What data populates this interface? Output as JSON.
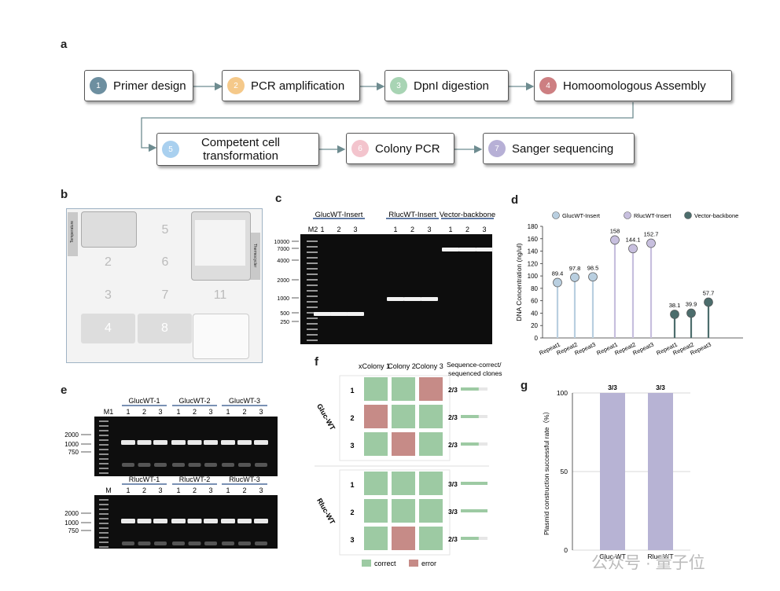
{
  "panels": {
    "a": "a",
    "b": "b",
    "c": "c",
    "d": "d",
    "e": "e",
    "f": "f",
    "g": "g"
  },
  "flow": [
    {
      "n": "1",
      "label": "Primer design",
      "color": "#6d8fa0"
    },
    {
      "n": "2",
      "label": "PCR amplification",
      "color": "#f5c98a"
    },
    {
      "n": "3",
      "label": "DpnI digestion",
      "color": "#a8d4b4"
    },
    {
      "n": "4",
      "label": "Homoomologous Assembly",
      "color": "#cd7f82"
    },
    {
      "n": "5",
      "label": "Competent cell transformation",
      "color": "#a9d0ef"
    },
    {
      "n": "6",
      "label": "Colony PCR",
      "color": "#f3c4cd"
    },
    {
      "n": "7",
      "label": "Sanger sequencing",
      "color": "#b7b0d6"
    }
  ],
  "deck": {
    "slots": [
      "5",
      "2",
      "6",
      "3",
      "7",
      "11",
      "4",
      "8"
    ],
    "side_left": "Temperature",
    "side_right": "Thermocycler"
  },
  "gel_c": {
    "groups": [
      "GlucWT-Insert",
      "RlucWT-Insert",
      "Vector-backbone"
    ],
    "marker": "M2",
    "lanes": [
      "1",
      "2",
      "3"
    ],
    "ladder": [
      "10000",
      "7000",
      "4000",
      "2000",
      "1000",
      "500",
      "250"
    ]
  },
  "chart_data": [
    {
      "type": "scatter",
      "subtype": "lollipop",
      "ylabel": "DNA Concentration (ng/ul)",
      "ylim": [
        0,
        180
      ],
      "yticks": [
        "0",
        "20",
        "40",
        "60",
        "80",
        "100",
        "120",
        "140",
        "160",
        "180"
      ],
      "categories": [
        "Repeat1",
        "Repeat2",
        "Repeat3",
        "Repeat1",
        "Repeat2",
        "Repeat3",
        "Repeat1",
        "Repeat2",
        "Repeat3"
      ],
      "legend_position": "top",
      "series": [
        {
          "name": "GlucWT-Insert",
          "color": "#b9cfe0",
          "values": [
            89.4,
            97.8,
            98.5
          ],
          "labels": [
            "89.4",
            "97.8",
            "98.5"
          ]
        },
        {
          "name": "RlucWT-Insert",
          "color": "#c7bfde",
          "values": [
            158,
            144.1,
            152.7
          ],
          "labels": [
            "158",
            "144.1",
            "152.7"
          ]
        },
        {
          "name": "Vector-backbone",
          "color": "#4c6d6c",
          "values": [
            38.1,
            39.9,
            57.7
          ],
          "labels": [
            "38.1",
            "39.9",
            "57.7"
          ]
        }
      ]
    },
    {
      "type": "bar",
      "ylabel": "Plasmid construction successful rate（%）",
      "ylim": [
        0,
        100
      ],
      "yticks": [
        "0",
        "50",
        "100"
      ],
      "categories": [
        "Gluc-WT",
        "Rluc-WT"
      ],
      "values": [
        100,
        100
      ],
      "value_labels": [
        "3/3",
        "3/3"
      ],
      "color": "#b7b3d4",
      "grid": true
    }
  ],
  "gel_e": {
    "top": {
      "marker": "M1",
      "groups": [
        "GlucWT-1",
        "GlucWT-2",
        "GlucWT-3"
      ]
    },
    "bottom": {
      "marker": "M",
      "groups": [
        "RlucWT-1",
        "RlucWT-2",
        "RlucWT-3"
      ]
    },
    "lanes": [
      "1",
      "2",
      "3"
    ],
    "ladder": [
      "2000",
      "1000",
      "750"
    ]
  },
  "panel_f": {
    "cols": [
      "xColony 1",
      "Colony 2",
      "Colony 3"
    ],
    "right_header": "Sequence-correct/ sequenced clones",
    "groups": [
      {
        "name": "Gluc-WT",
        "rows": [
          {
            "label": "1",
            "cells": [
              "c",
              "c",
              "e"
            ],
            "ratio": "2/3",
            "frac": 0.67
          },
          {
            "label": "2",
            "cells": [
              "e",
              "c",
              "c"
            ],
            "ratio": "2/3",
            "frac": 0.67
          },
          {
            "label": "3",
            "cells": [
              "c",
              "e",
              "c"
            ],
            "ratio": "2/3",
            "frac": 0.67
          }
        ]
      },
      {
        "name": "Rluc-WT",
        "rows": [
          {
            "label": "1",
            "cells": [
              "c",
              "c",
              "c"
            ],
            "ratio": "3/3",
            "frac": 1.0
          },
          {
            "label": "2",
            "cells": [
              "c",
              "c",
              "c"
            ],
            "ratio": "3/3",
            "frac": 1.0
          },
          {
            "label": "3",
            "cells": [
              "c",
              "e",
              "c"
            ],
            "ratio": "2/3",
            "frac": 0.67
          }
        ]
      }
    ],
    "legend": {
      "correct": "correct",
      "error": "error"
    },
    "colors": {
      "correct": "#9dcaa3",
      "error": "#c68b87"
    }
  },
  "watermark": "公众号 · 量子位"
}
